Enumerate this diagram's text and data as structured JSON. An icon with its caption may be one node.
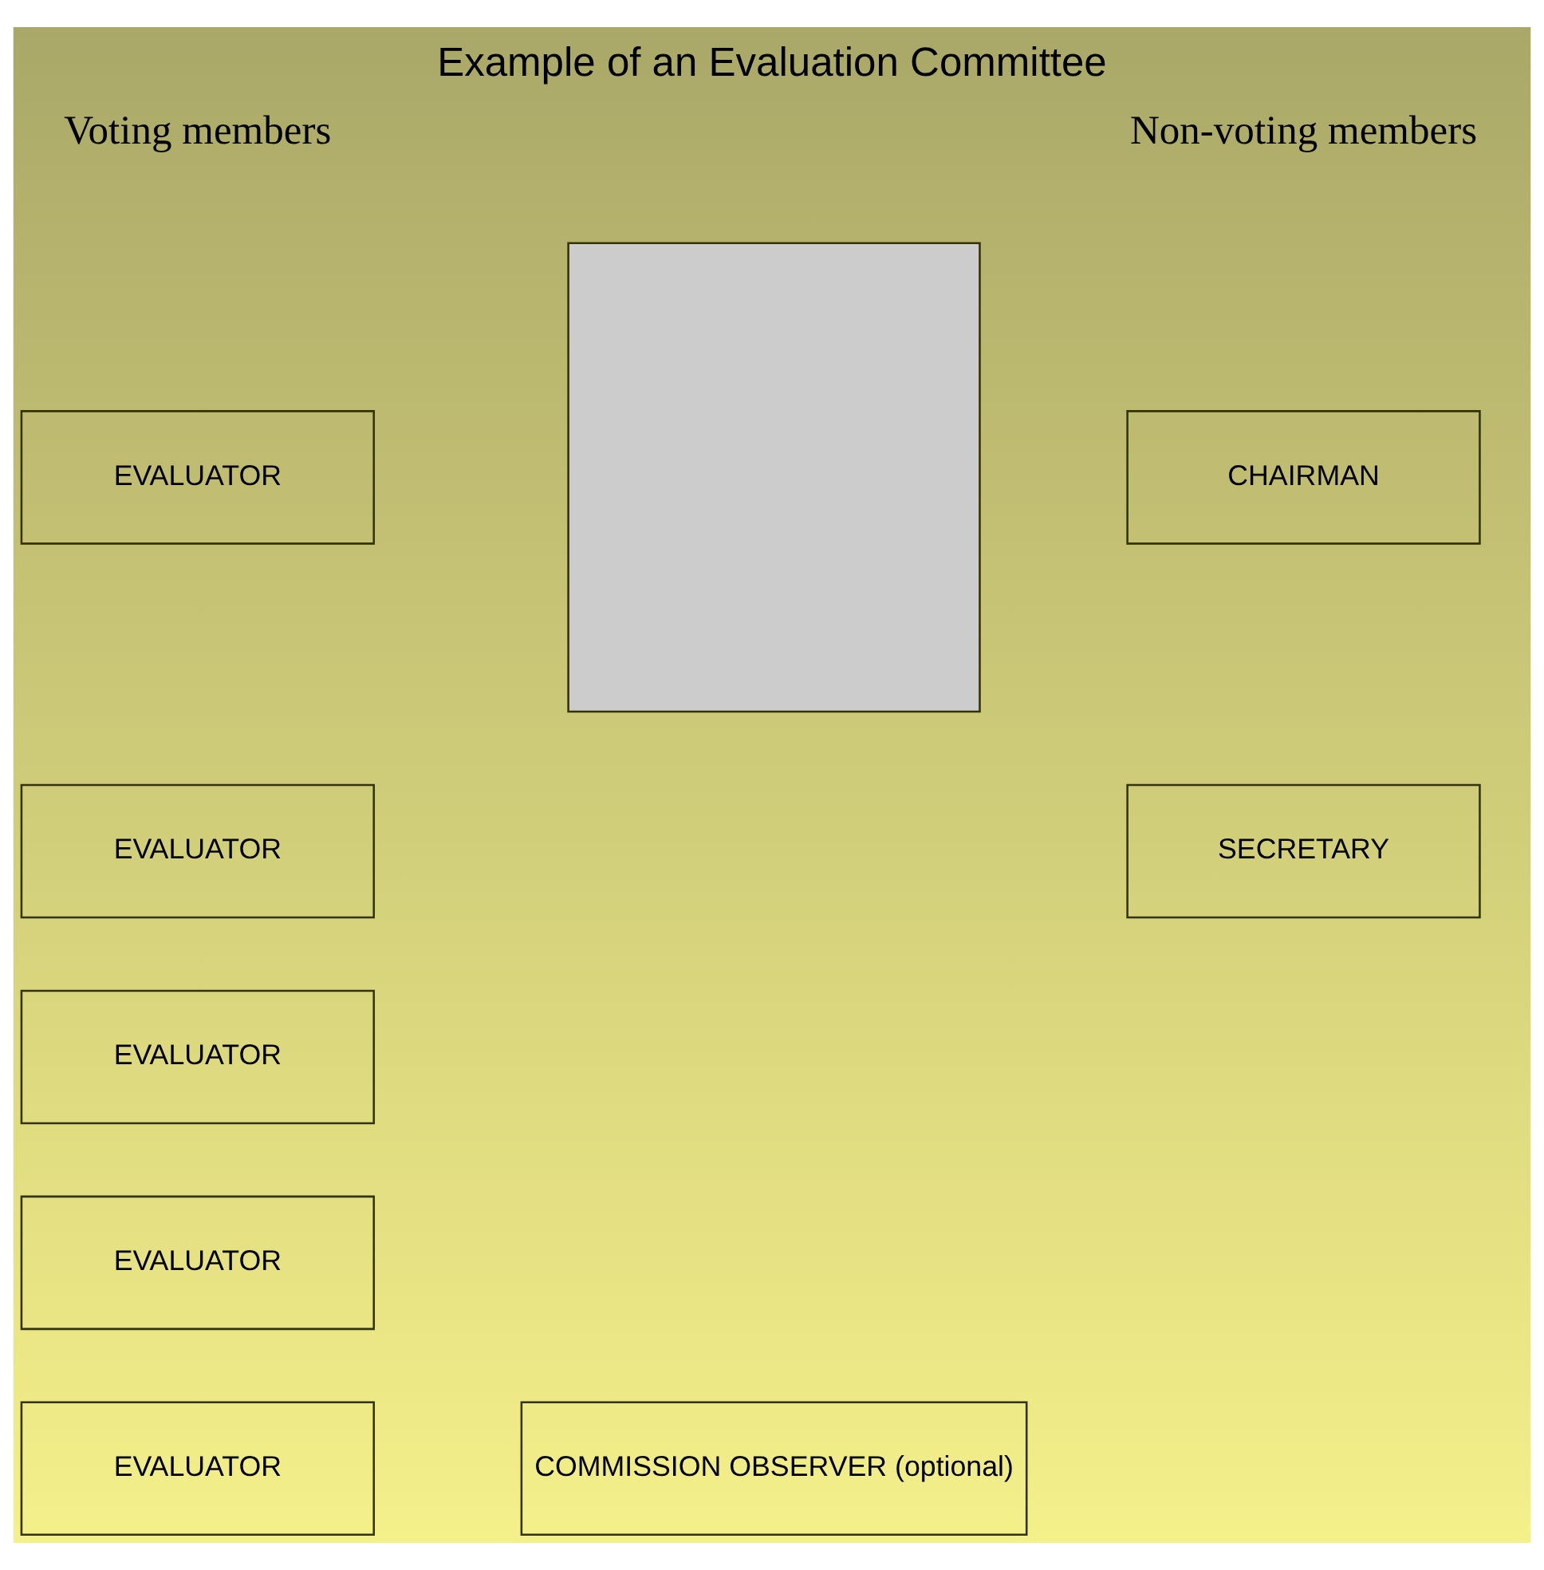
{
  "diagram": {
    "title": "Example of an Evaluation Committee",
    "nodes": [
      {
        "text": [
          "EVALUATOR"
        ]
      },
      {
        "text": [
          "EVALUATOR"
        ]
      },
      {
        "text": [
          "EVALUATOR"
        ]
      },
      {
        "text": [
          "EVALUATOR"
        ]
      },
      {
        "text": [
          "EVALUATOR"
        ]
      },
      {
        "text": [],
        "shape": "box"
      },
      {
        "text": [
          "COMMISSION OBSERVER (optional)"
        ]
      },
      {
        "text": [
          "CHAIRMAN"
        ]
      },
      {
        "text": [
          "SECRETARY"
        ]
      }
    ],
    "edges": [],
    "labels": [
      "Voting members",
      "Non-voting members"
    ]
  }
}
